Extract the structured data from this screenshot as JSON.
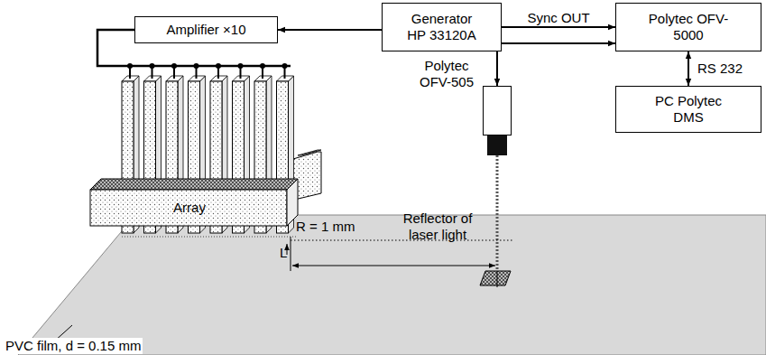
{
  "diagram": {
    "nodes": [
      {
        "text": [
          "Amplifier ×10"
        ]
      },
      {
        "text": [
          "Generator HP 33120A"
        ]
      },
      {
        "text": [
          "Polytec OFV-5000"
        ]
      },
      {
        "text": [
          "Polytec OFV-505"
        ]
      },
      {
        "text": [
          "PC Polytec DMS"
        ]
      }
    ],
    "edges": [
      {
        "from": 1,
        "to": 0,
        "arrow": "to"
      },
      {
        "from": 1,
        "to": 2,
        "label": "Sync OUT",
        "arrow": "to"
      },
      {
        "from": 2,
        "to": 3,
        "arrow": "both"
      },
      {
        "from": 2,
        "to": 4,
        "label": "RS 232",
        "arrow": "both"
      }
    ],
    "labels": [
      "Array",
      "R = 1 mm",
      "Reflector of laser light",
      "L",
      "PVC film, d = 0.15 mm"
    ]
  }
}
